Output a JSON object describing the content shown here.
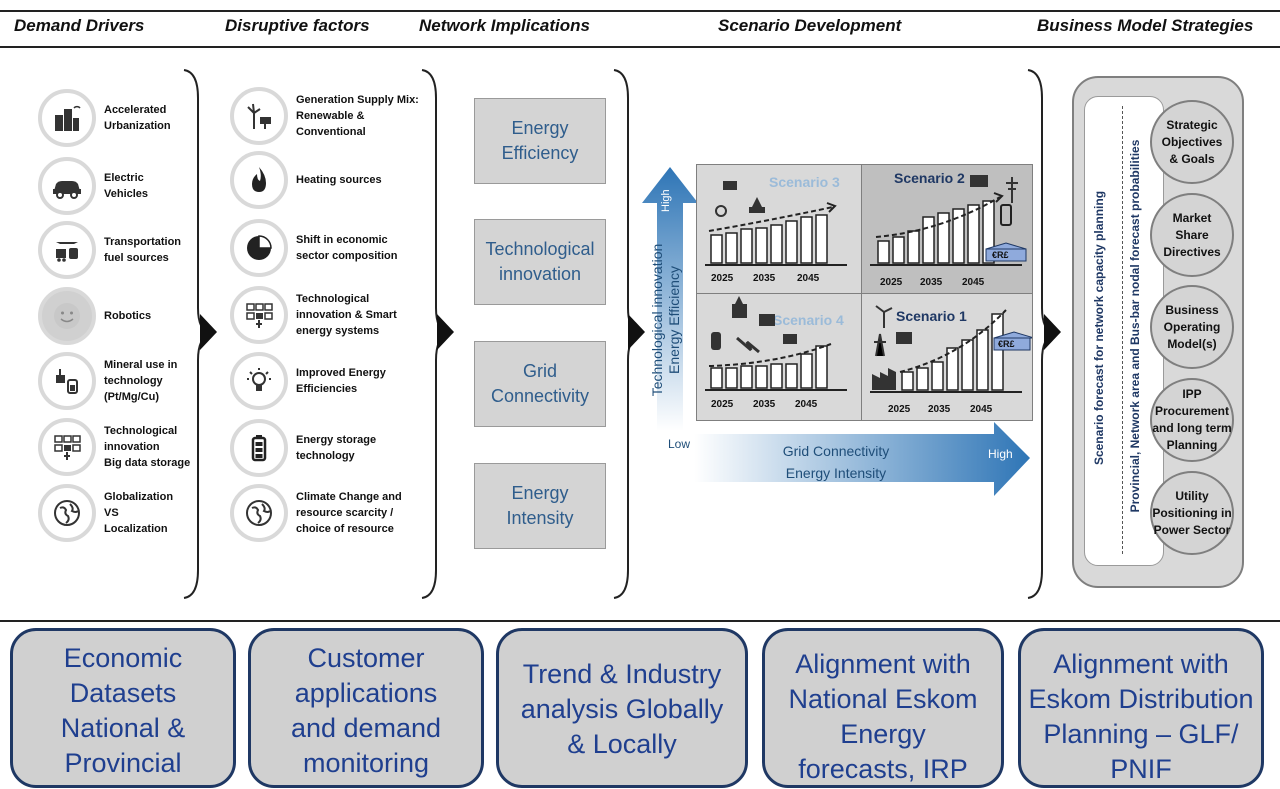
{
  "headers": {
    "demand": "Demand Drivers",
    "disruptive": "Disruptive factors",
    "network": "Network Implications",
    "scenario": "Scenario Development",
    "business": "Business Model Strategies"
  },
  "demand_drivers": [
    {
      "label": "Accelerated\nUrbanization",
      "icon": "city-icon"
    },
    {
      "label": "Electric\nVehicles",
      "icon": "car-icon"
    },
    {
      "label": "Transportation\nfuel sources",
      "icon": "transport-icon"
    },
    {
      "label": "Robotics",
      "icon": "smiley-icon"
    },
    {
      "label": "Mineral use in\ntechnology\n(Pt/Mg/Cu)",
      "icon": "mineral-icon"
    },
    {
      "label": "Technological\ninnovation\nBig data storage",
      "icon": "smart-grid-icon"
    },
    {
      "label": "Globalization\nVS\nLocalization",
      "icon": "globe-icon"
    }
  ],
  "disruptive_factors": [
    {
      "label": "Generation Supply Mix:\nRenewable &\nConventional",
      "icon": "wind-solar-icon"
    },
    {
      "label": "Heating sources",
      "icon": "flame-icon"
    },
    {
      "label": "Shift in economic\nsector composition",
      "icon": "pie-chart-icon"
    },
    {
      "label": "Technological\ninnovation & Smart\nenergy systems",
      "icon": "smart-grid-icon"
    },
    {
      "label": "Improved Energy\nEfficiencies",
      "icon": "lightbulb-icon"
    },
    {
      "label": "Energy storage\ntechnology",
      "icon": "battery-icon"
    },
    {
      "label": "Climate Change and\nresource scarcity /\nchoice of resource",
      "icon": "globe-icon"
    }
  ],
  "network_implications": [
    "Energy\nEfficiency",
    "Technological\ninnovation",
    "Grid\nConnectivity",
    "Energy\nIntensity"
  ],
  "scenarios": {
    "s1": "Scenario 1",
    "s2": "Scenario 2",
    "s3": "Scenario 3",
    "s4": "Scenario 4",
    "years": [
      "2025",
      "2035",
      "2045"
    ],
    "currency_badge": "€R£"
  },
  "axes": {
    "vertical_label": "Technological innovation\nEnergy Efficiency",
    "vertical_high": "High",
    "low": "Low",
    "horizontal_label": "Grid Connectivity\nEnergy Intensity",
    "horizontal_high": "High"
  },
  "business": {
    "vertical_text_outer": "Provincial, Network area and Bus-bar nodal forecast probabilities",
    "vertical_text_inner": "Scenario forecast for network capacity planning",
    "circles": [
      "Strategic\nObjectives\n& Goals",
      "Market\nShare\nDirectives",
      "Business\nOperating\nModel(s)",
      "IPP\nProcurement\nand long term\nPlanning",
      "Utility\nPositioning in\nPower Sector"
    ]
  },
  "bottom_boxes": [
    "Economic\nDatasets\nNational &\nProvincial",
    "Customer\napplications\nand demand\nmonitoring",
    "Trend & Industry\nanalysis Globally\n& Locally",
    "Alignment with\nNational Eskom\nEnergy\nforecasts, IRP",
    "Alignment with\nEskom Distribution\nPlanning – GLF/\nPNIF"
  ],
  "colors": {
    "header_text": "#111111",
    "network_text": "#2f5d8c",
    "bottom_text": "#1f3f8f",
    "bottom_border": "#1f3864",
    "arrow_blue": "#2e75b6",
    "scenario_bg": "#d9d9d9",
    "scenario2_bg": "#bfbfbf"
  }
}
